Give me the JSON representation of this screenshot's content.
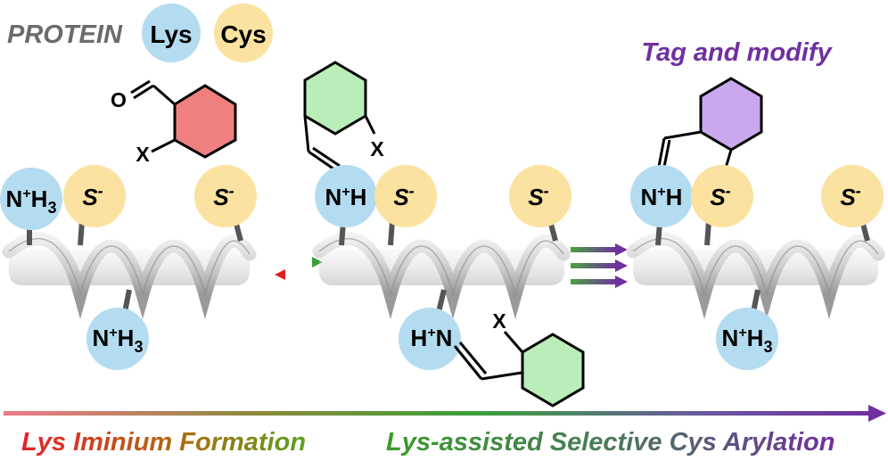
{
  "header": {
    "protein_label": "PROTEIN",
    "lys_badge": "Lys",
    "cys_badge": "Cys",
    "tag_label": "Tag and modify"
  },
  "molecules": {
    "carbonyl_o": "O",
    "substituent_x": "X"
  },
  "residues": {
    "amine": "N",
    "amine_sup": "+",
    "amine_h": "H",
    "amine_sub": "3",
    "thiolate": "S",
    "thiolate_sup": "-"
  },
  "captions": {
    "left": "Lys Iminium Formation",
    "right": "Lys-assisted Selective Cys Arylation"
  },
  "colors": {
    "lys_circle": "#b4dcf0",
    "cys_circle": "#fbe2a0",
    "aldehyde_ring": "#f08080",
    "imine_ring": "#b9eeb9",
    "product_ring": "#c9a8ee",
    "purple_text": "#7030a0",
    "gray_text": "#6b6b6b"
  }
}
